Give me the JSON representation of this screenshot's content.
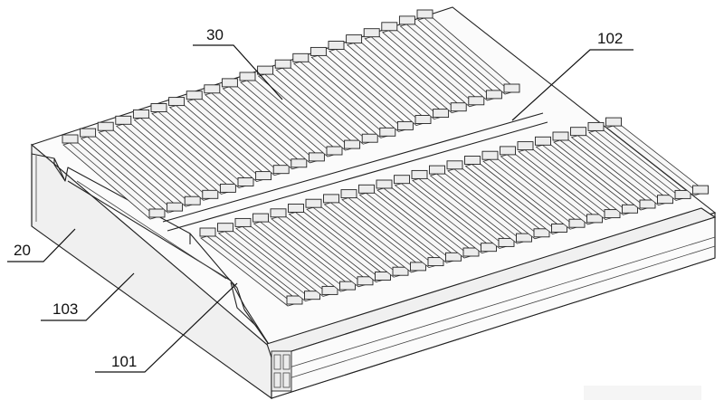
{
  "figure": {
    "reference_numerals": {
      "label_30": "30",
      "label_102": "102",
      "label_20": "20",
      "label_103": "103",
      "label_101": "101"
    },
    "upper_row_slats": 21,
    "lower_row_slats": 24
  }
}
